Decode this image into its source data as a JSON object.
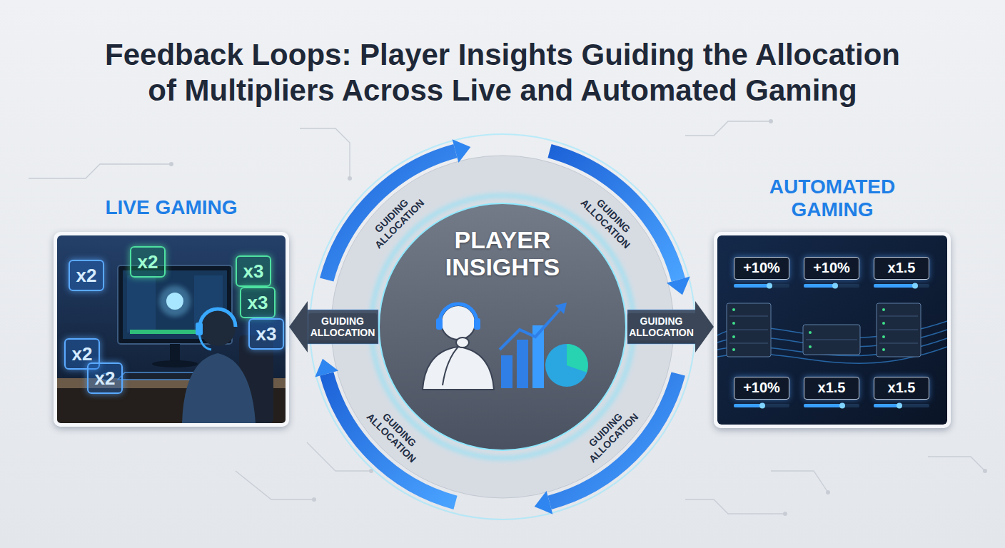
{
  "diagram": {
    "title": "Feedback Loops: Player Insights Guiding the Allocation of Multipliers Across Live and Automated Gaming",
    "nodes": [
      {
        "text": [
          "LIVE GAMING"
        ]
      },
      {
        "text": [
          "PLAYER INSIGHTS"
        ]
      },
      {
        "text": [
          "AUTOMATED GAMING"
        ]
      }
    ],
    "edges": [
      {
        "from": 1,
        "to": 0,
        "arrow": "to",
        "label": "GUIDING ALLOCATION"
      },
      {
        "from": 1,
        "to": 2,
        "arrow": "to",
        "label": "GUIDING ALLOCATION"
      }
    ],
    "labels": [
      "GUIDING ALLOCATION",
      "GUIDING ALLOCATION",
      "GUIDING ALLOCATION",
      "GUIDING ALLOCATION",
      "x2",
      "x2",
      "x3",
      "x3",
      "x3",
      "x2",
      "x2",
      "+10%",
      "+10%",
      "x1.5",
      "+10%",
      "x1.5",
      "x1.5"
    ]
  }
}
